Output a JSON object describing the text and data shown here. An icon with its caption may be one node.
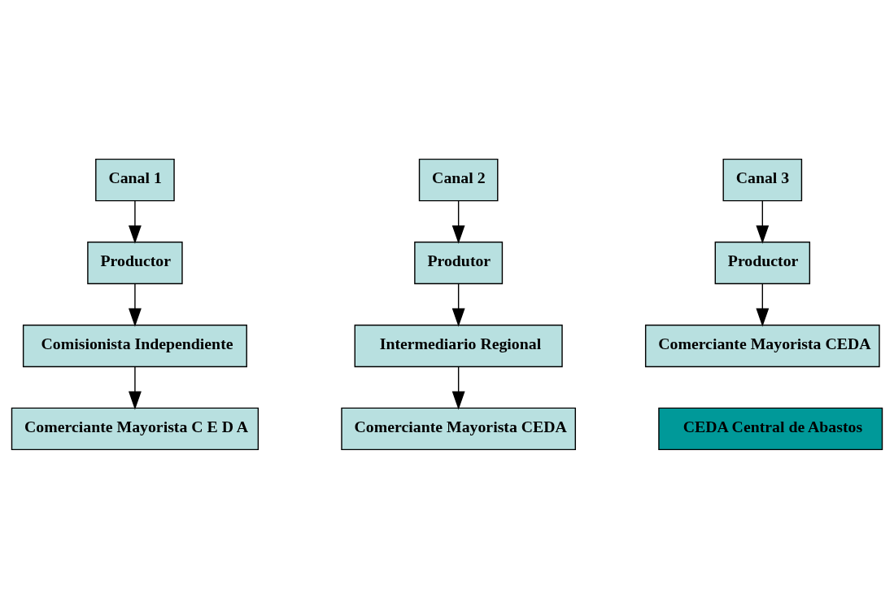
{
  "diagram": {
    "nodes": [
      {
        "text": [
          "Canal 1"
        ]
      },
      {
        "text": [
          "Productor"
        ]
      },
      {
        "text": [
          "Comisionista Independiente"
        ]
      },
      {
        "text": [
          "Comerciante Mayorista C E D A"
        ]
      },
      {
        "text": [
          "Canal 2"
        ]
      },
      {
        "text": [
          "Produtor"
        ]
      },
      {
        "text": [
          "Intermediario Regional"
        ]
      },
      {
        "text": [
          "Comerciante Mayorista CEDA"
        ]
      },
      {
        "text": [
          "Canal 3"
        ]
      },
      {
        "text": [
          "Productor"
        ]
      },
      {
        "text": [
          "Comerciante Mayorista CEDA"
        ]
      },
      {
        "text": [
          "CEDA Central de Abastos"
        ]
      }
    ],
    "edges": [
      {
        "from": 0,
        "to": 1,
        "arrow": "to"
      },
      {
        "from": 1,
        "to": 2,
        "arrow": "to"
      },
      {
        "from": 2,
        "to": 3,
        "arrow": "to"
      },
      {
        "from": 4,
        "to": 5,
        "arrow": "to"
      },
      {
        "from": 5,
        "to": 6,
        "arrow": "to"
      },
      {
        "from": 6,
        "to": 7,
        "arrow": "to"
      },
      {
        "from": 8,
        "to": 9,
        "arrow": "to"
      },
      {
        "from": 9,
        "to": 10,
        "arrow": "to"
      }
    ]
  }
}
